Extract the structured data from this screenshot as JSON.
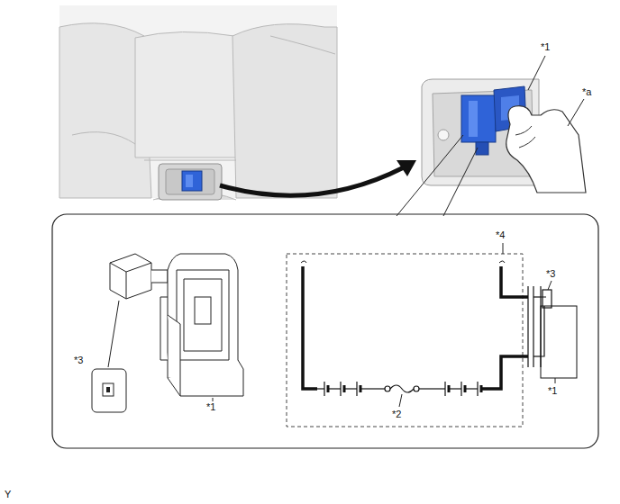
{
  "diagram": {
    "labels": [
      "*1",
      "*a",
      "*4",
      "*3",
      "*3",
      "*1",
      "*2",
      "*1",
      "Y"
    ]
  }
}
